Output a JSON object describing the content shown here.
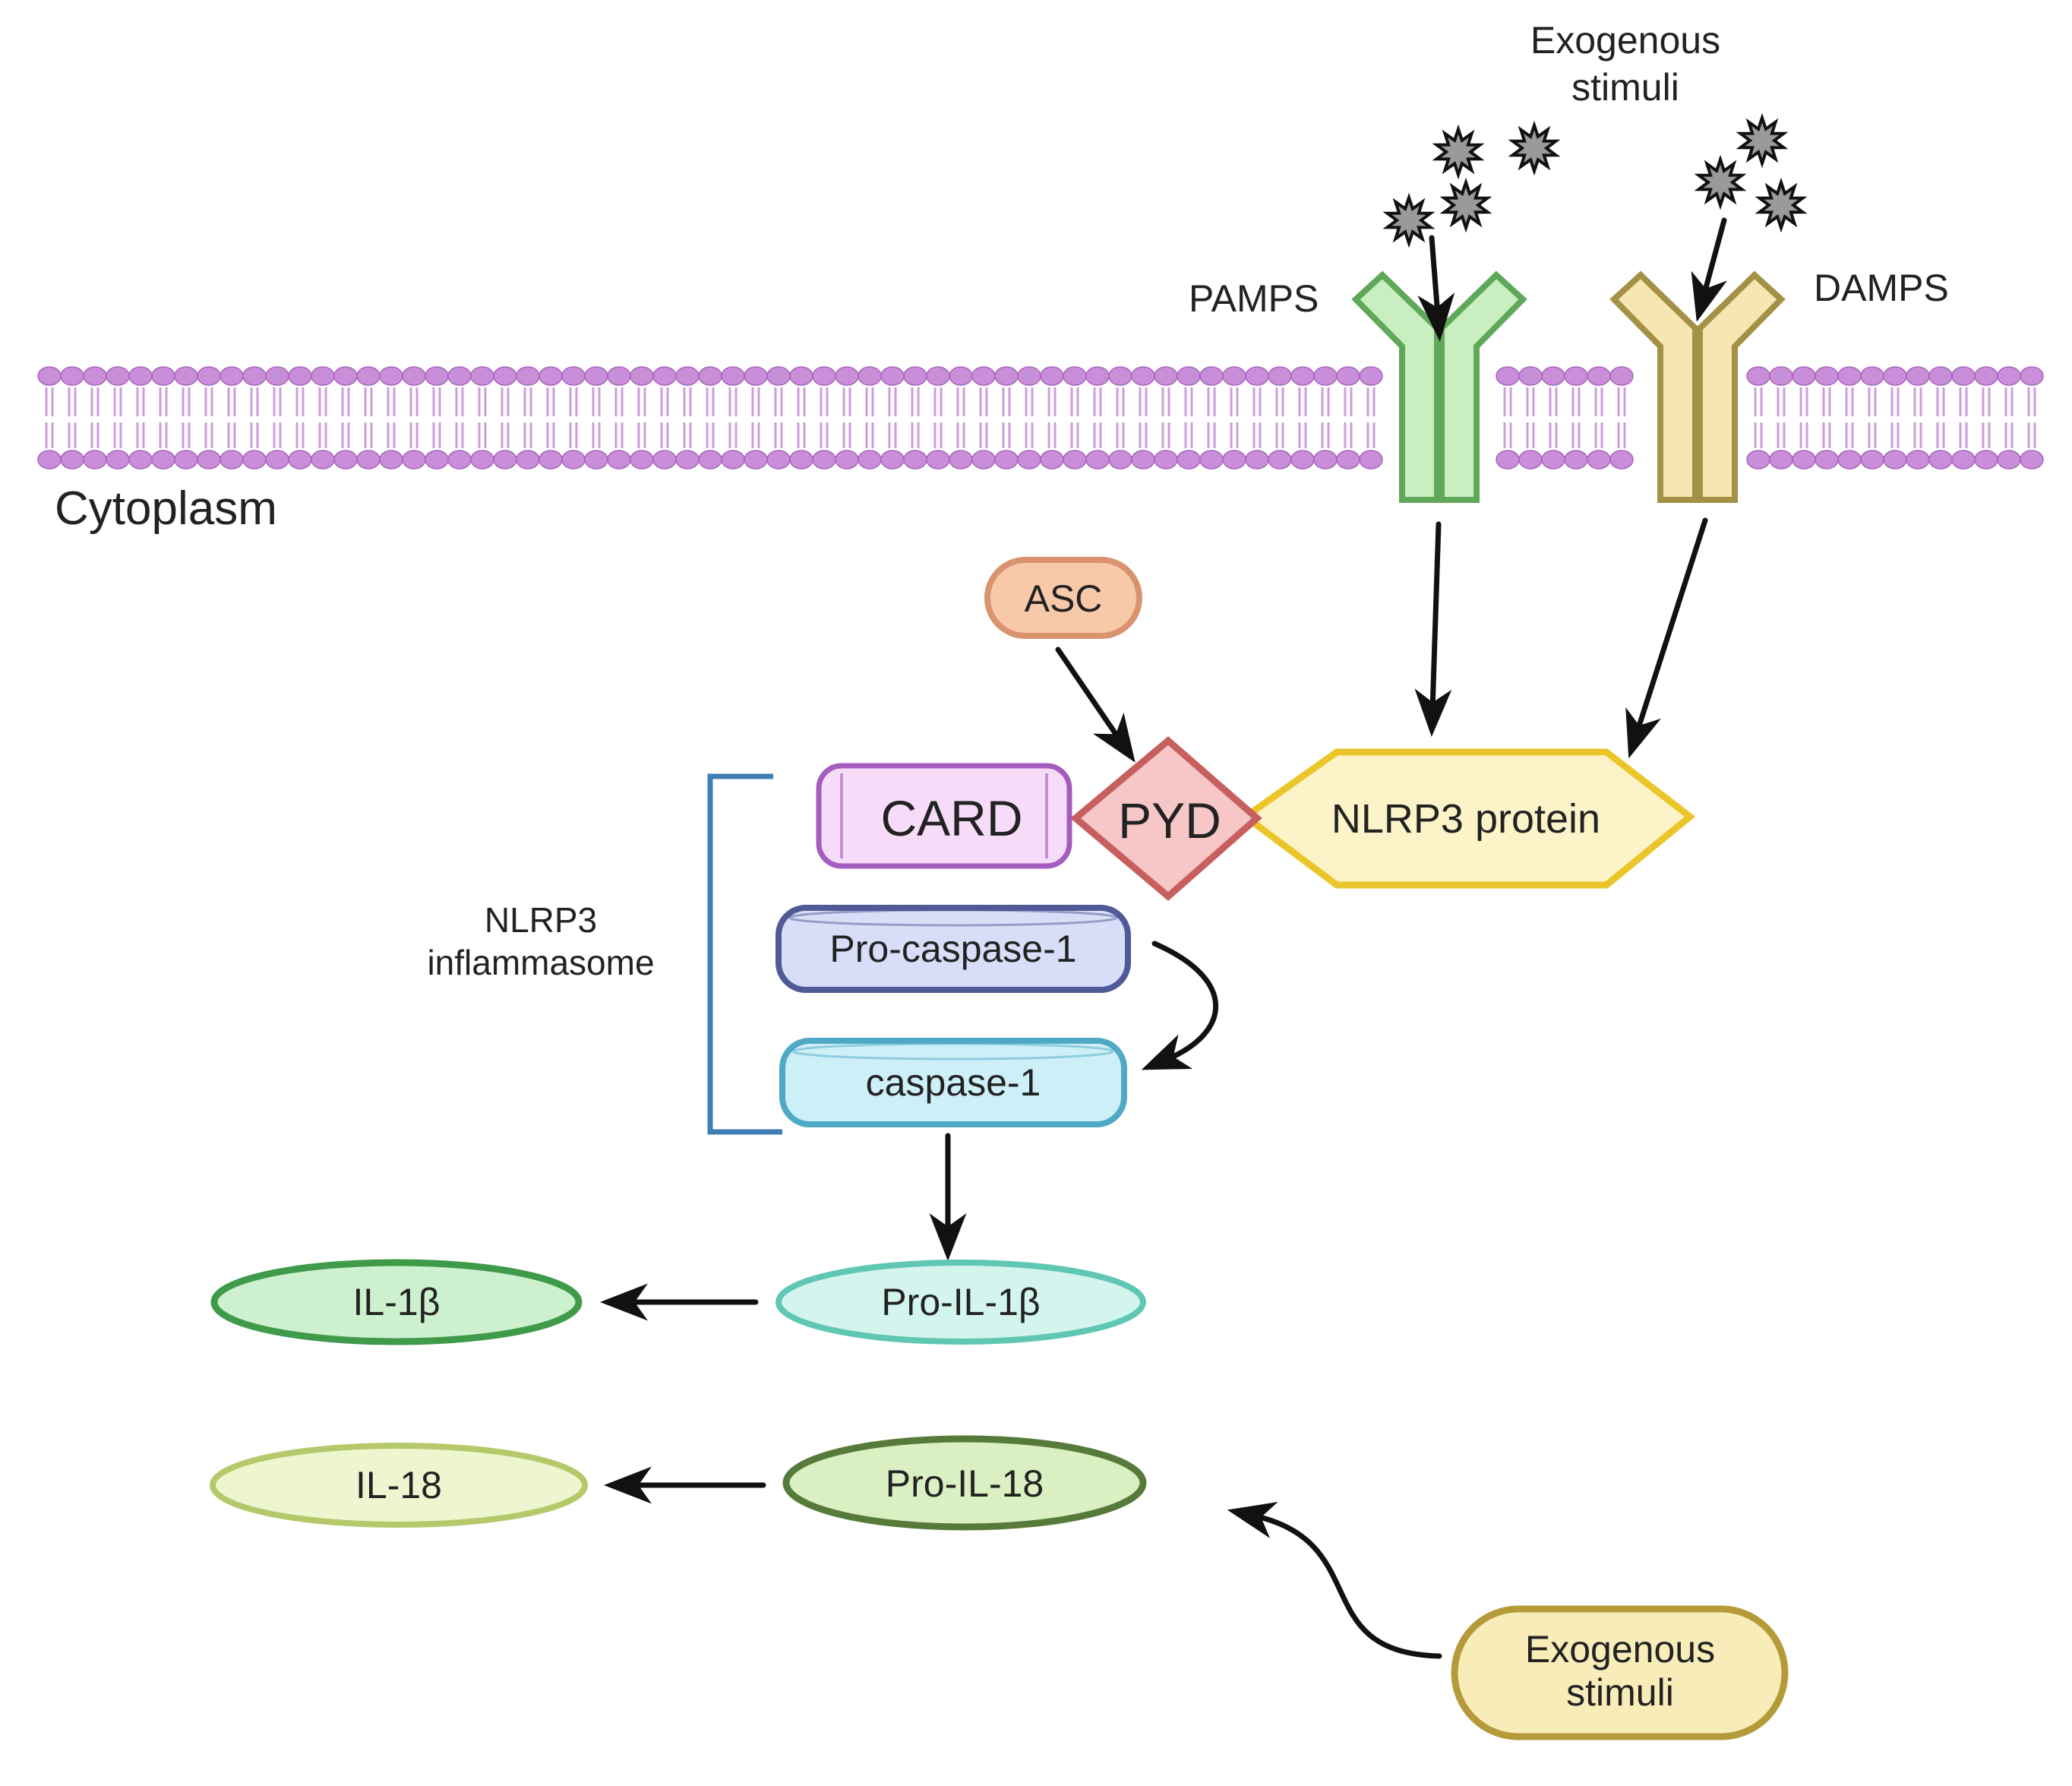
{
  "title": "",
  "membrane": {
    "label": "Cytoplasm"
  },
  "stimuli_top": {
    "line1": "Exogenous",
    "line2": "stimuli"
  },
  "receptors": [
    {
      "label": "PAMPS",
      "fill": "#c9efc0",
      "stroke": "#5fa85a"
    },
    {
      "label": "DAMPS",
      "fill": "#f6e6b2",
      "stroke": "#a39146"
    }
  ],
  "nodes": {
    "asc": {
      "label": "ASC",
      "fill": "#f8c9a9",
      "stroke": "#d9936e"
    },
    "card": {
      "label": "CARD",
      "fill": "#f6dcf8",
      "stroke": "#a55cbf"
    },
    "pyd": {
      "label": "PYD",
      "fill": "#f7c6c6",
      "stroke": "#c75f5f"
    },
    "nlrp3": {
      "label": "NLRP3 protein",
      "fill": "#fdf3c8",
      "stroke": "#ebc62a"
    },
    "pro_caspase": {
      "label": "Pro-caspase-1",
      "fill": "#d8def8",
      "stroke": "#4f5a97"
    },
    "caspase": {
      "label": "caspase-1",
      "fill": "#cdeff8",
      "stroke": "#4fa9c4"
    },
    "pro_il1b": {
      "label": "Pro-IL-1β",
      "fill": "#d3f5ee",
      "stroke": "#5fc7b3"
    },
    "il1b": {
      "label": "IL-1β",
      "fill": "#cdf1cf",
      "stroke": "#3f9a4a"
    },
    "pro_il18": {
      "label": "Pro-IL-18",
      "fill": "#dbf0c2",
      "stroke": "#567a3a"
    },
    "il18": {
      "label": "IL-18",
      "fill": "#eef6d0",
      "stroke": "#b5c96a"
    },
    "stimuli_bottom": {
      "line1": "Exogenous",
      "line2": "stimuli",
      "fill": "#f8edb8",
      "stroke": "#b59a3a"
    }
  },
  "complex": {
    "line1": "NLRP3",
    "line2": "inflammasome",
    "bracket_color": "#3d7fb5"
  },
  "colors": {
    "lipid_head": "#c98ed9",
    "lipid_tail": "#cf9cdd",
    "arrow": "#111111",
    "star_fill": "#9a9a9a"
  }
}
